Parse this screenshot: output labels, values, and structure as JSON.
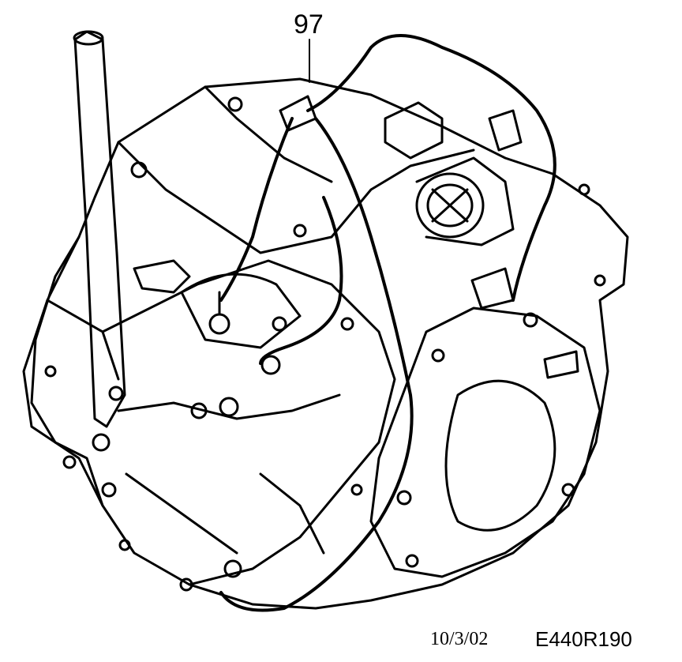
{
  "diagram": {
    "callout_label": "97",
    "footer_date": "10/3/02",
    "footer_code": "E440R190"
  },
  "colors": {
    "ink": "#000000",
    "paper": "#ffffff"
  }
}
